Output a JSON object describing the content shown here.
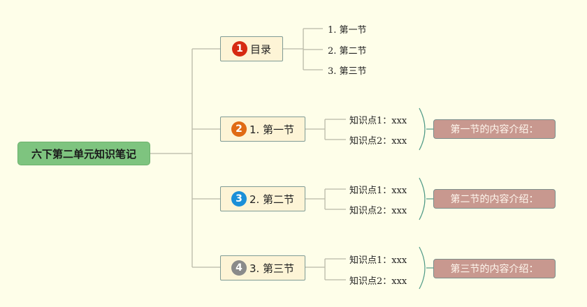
{
  "root": {
    "label": "六下第二单元知识笔记"
  },
  "branches": [
    {
      "num": "1",
      "label": "目录",
      "badge_color": "#d62a12",
      "children": [
        "1. 第一节",
        "2. 第二节",
        "3. 第三节"
      ]
    },
    {
      "num": "2",
      "label": "1. 第一节",
      "badge_color": "#e06a14",
      "children": [
        "知识点1：xxx",
        "知识点2：xxx"
      ],
      "intro": "第一节的内容介绍："
    },
    {
      "num": "3",
      "label": "2. 第二节",
      "badge_color": "#1a8fd8",
      "children": [
        "知识点1：xxx",
        "知识点2：xxx"
      ],
      "intro": "第二节的内容介绍："
    },
    {
      "num": "4",
      "label": "3. 第三节",
      "badge_color": "#8a8a8a",
      "children": [
        "知识点1：xxx",
        "知识点2：xxx"
      ],
      "intro": "第三节的内容介绍："
    }
  ],
  "colors": {
    "background": "#fefee9",
    "root": "#7ec47f",
    "branch": "#fdf4d6",
    "intro": "#c8988f",
    "connector": "#b9b9a8",
    "brace": "#4f9a86"
  }
}
